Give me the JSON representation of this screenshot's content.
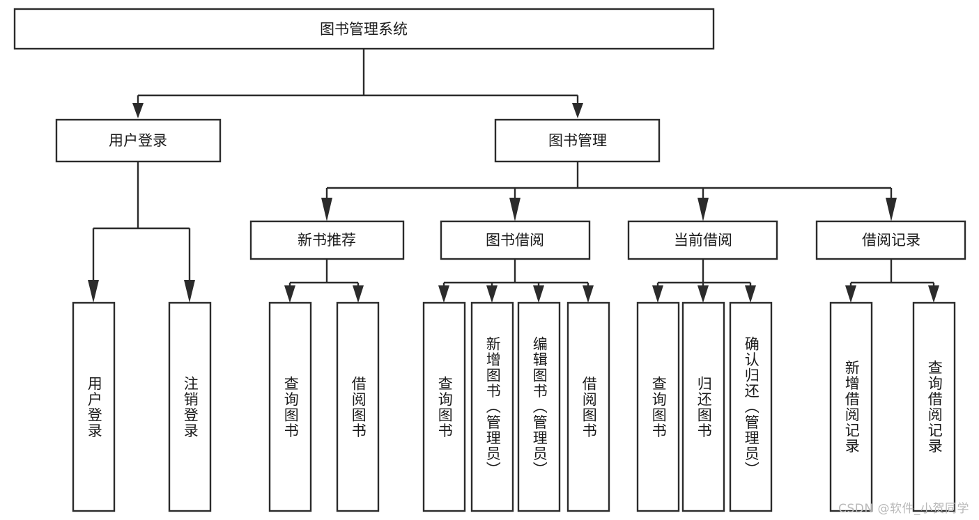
{
  "diagram": {
    "type": "tree-hierarchy-chart",
    "title": "图书管理系统",
    "background_color": "#ffffff",
    "line_color": "#2b2b2b",
    "text_color": "#1a1a1a",
    "root": {
      "label": "图书管理系统"
    },
    "level2": [
      {
        "id": "user-login",
        "label": "用户登录"
      },
      {
        "id": "book-management",
        "label": "图书管理"
      }
    ],
    "level3": [
      {
        "id": "new-book-recommend",
        "label": "新书推荐",
        "parent": "book-management"
      },
      {
        "id": "book-borrow",
        "label": "图书借阅",
        "parent": "book-management"
      },
      {
        "id": "current-borrow",
        "label": "当前借阅",
        "parent": "book-management"
      },
      {
        "id": "borrow-record",
        "label": "借阅记录",
        "parent": "book-management"
      }
    ],
    "leaves": {
      "user-login": [
        {
          "id": "leaf-user-login",
          "label": "用户登录"
        },
        {
          "id": "leaf-logout",
          "label": "注销登录"
        }
      ],
      "new-book-recommend": [
        {
          "id": "leaf-query-book-1",
          "label": "查询图书"
        },
        {
          "id": "leaf-borrow-book-1",
          "label": "借阅图书"
        }
      ],
      "book-borrow": [
        {
          "id": "leaf-query-book-2",
          "label": "查询图书"
        },
        {
          "id": "leaf-add-book",
          "label": "新增图书（管理员）"
        },
        {
          "id": "leaf-edit-book",
          "label": "编辑图书（管理员）"
        },
        {
          "id": "leaf-borrow-book-2",
          "label": "借阅图书"
        }
      ],
      "current-borrow": [
        {
          "id": "leaf-query-book-3",
          "label": "查询图书"
        },
        {
          "id": "leaf-return-book",
          "label": "归还图书"
        },
        {
          "id": "leaf-confirm-return",
          "label": "确认归还（管理员）"
        }
      ],
      "borrow-record": [
        {
          "id": "leaf-add-record",
          "label": "新增借阅记录"
        },
        {
          "id": "leaf-query-record",
          "label": "查询借阅记录"
        }
      ]
    }
  },
  "watermark": {
    "text": "CSDN @软件_小贺同学"
  }
}
